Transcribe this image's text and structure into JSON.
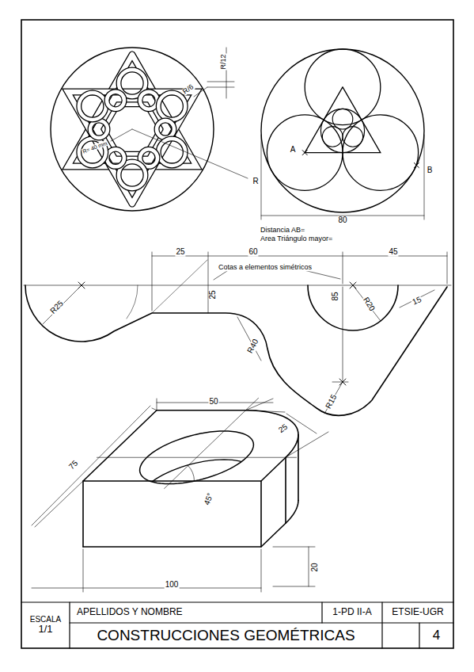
{
  "diagram": {
    "nodes": [
      {
        "text": [
          "ESCALA",
          "1/1"
        ]
      },
      {
        "text": [
          "APELLIDOS Y NOMBRE"
        ]
      },
      {
        "text": [
          "1-PD II-A"
        ]
      },
      {
        "text": [
          "ETSIE-UGR"
        ]
      },
      {
        "text": [
          "CONSTRUCCIONES GEOMÉTRICAS"
        ]
      },
      {
        "text": [
          "4"
        ]
      }
    ],
    "labels": [
      "R/6",
      "R/12",
      "R",
      "R= 40 mm",
      "A",
      "B",
      "80",
      "Distancia AB=",
      "Area Triángulo mayor=",
      "25",
      "60",
      "45",
      "Cotas a elementos simétricos",
      "R25",
      "25",
      "85",
      "R20",
      "15",
      "R40",
      "R15",
      "50",
      "25",
      "75",
      "45°",
      "20",
      "100"
    ]
  }
}
